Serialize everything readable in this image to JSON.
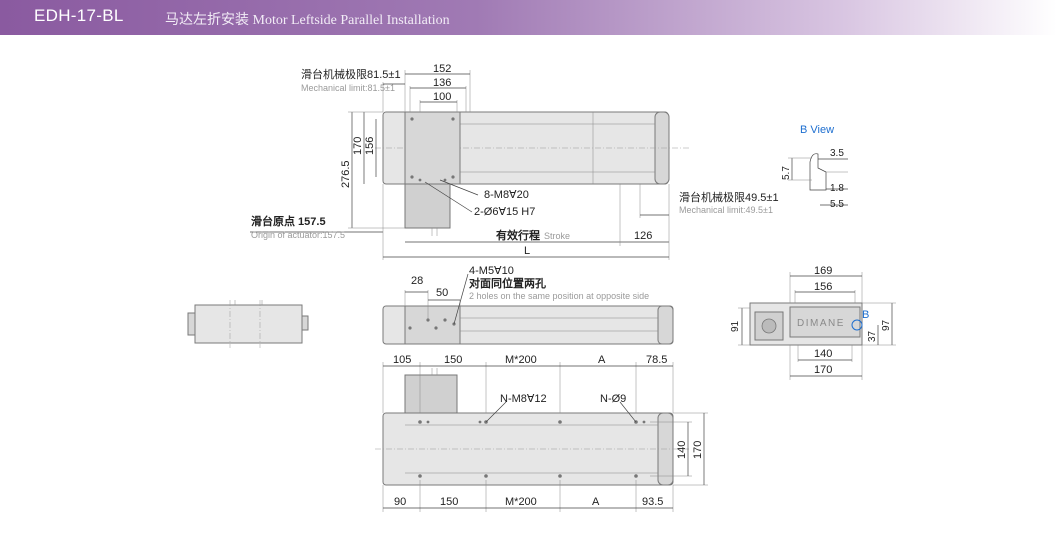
{
  "header": {
    "model": "EDH-17-BL",
    "subtitle": "马达左折安装  Motor Leftside Parallel Installation"
  },
  "top_view": {
    "mech_limit_left_cn": "滑台机械极限81.5±1",
    "mech_limit_left_en": "Mechanical limit:81.5±1",
    "dim_152": "152",
    "dim_136": "136",
    "dim_100": "100",
    "dim_170": "170",
    "dim_156": "156",
    "dim_276_5": "276.5",
    "holes_m8": "8-M8∀20",
    "holes_pin": "2-Ø6∀15 H7",
    "origin_cn": "滑台原点 157.5",
    "origin_en": "Origin of actuator:157.5",
    "stroke_cn": "有效行程",
    "stroke_en": "Stroke",
    "dim_126": "126",
    "dim_L": "L",
    "mech_limit_right_cn": "滑台机械极限49.5±1",
    "mech_limit_right_en": "Mechanical limit:49.5±1"
  },
  "b_view": {
    "title": "B View",
    "dim_3_5": "3.5",
    "dim_5_7": "5.7",
    "dim_1_8": "1.8",
    "dim_5_5": "5.5"
  },
  "side_view": {
    "holes_m5": "4-M5∀10",
    "holes_note_cn": "对面同位置两孔",
    "holes_note_en": "2 holes on the same position at opposite side",
    "dim_28": "28",
    "dim_50": "50"
  },
  "end_view": {
    "dim_169": "169",
    "dim_156": "156",
    "dim_91": "91",
    "dim_97": "97",
    "dim_37": "37",
    "dim_140": "140",
    "dim_170": "170",
    "label_b": "B",
    "logo": "DIMANE"
  },
  "bottom_view": {
    "top_105": "105",
    "top_150": "150",
    "top_m200": "M*200",
    "top_a": "A",
    "top_78_5": "78.5",
    "n_m8": "N-M8∀12",
    "n_phi9": "N-Ø9",
    "dim_140": "140",
    "dim_170": "170",
    "bot_90": "90",
    "bot_150": "150",
    "bot_m200": "M*200",
    "bot_a": "A",
    "bot_93_5": "93.5"
  },
  "colors": {
    "header_start": "#8a5aa0",
    "accent_blue": "#1e6fd0",
    "body_grey": "#e6e6e6"
  }
}
